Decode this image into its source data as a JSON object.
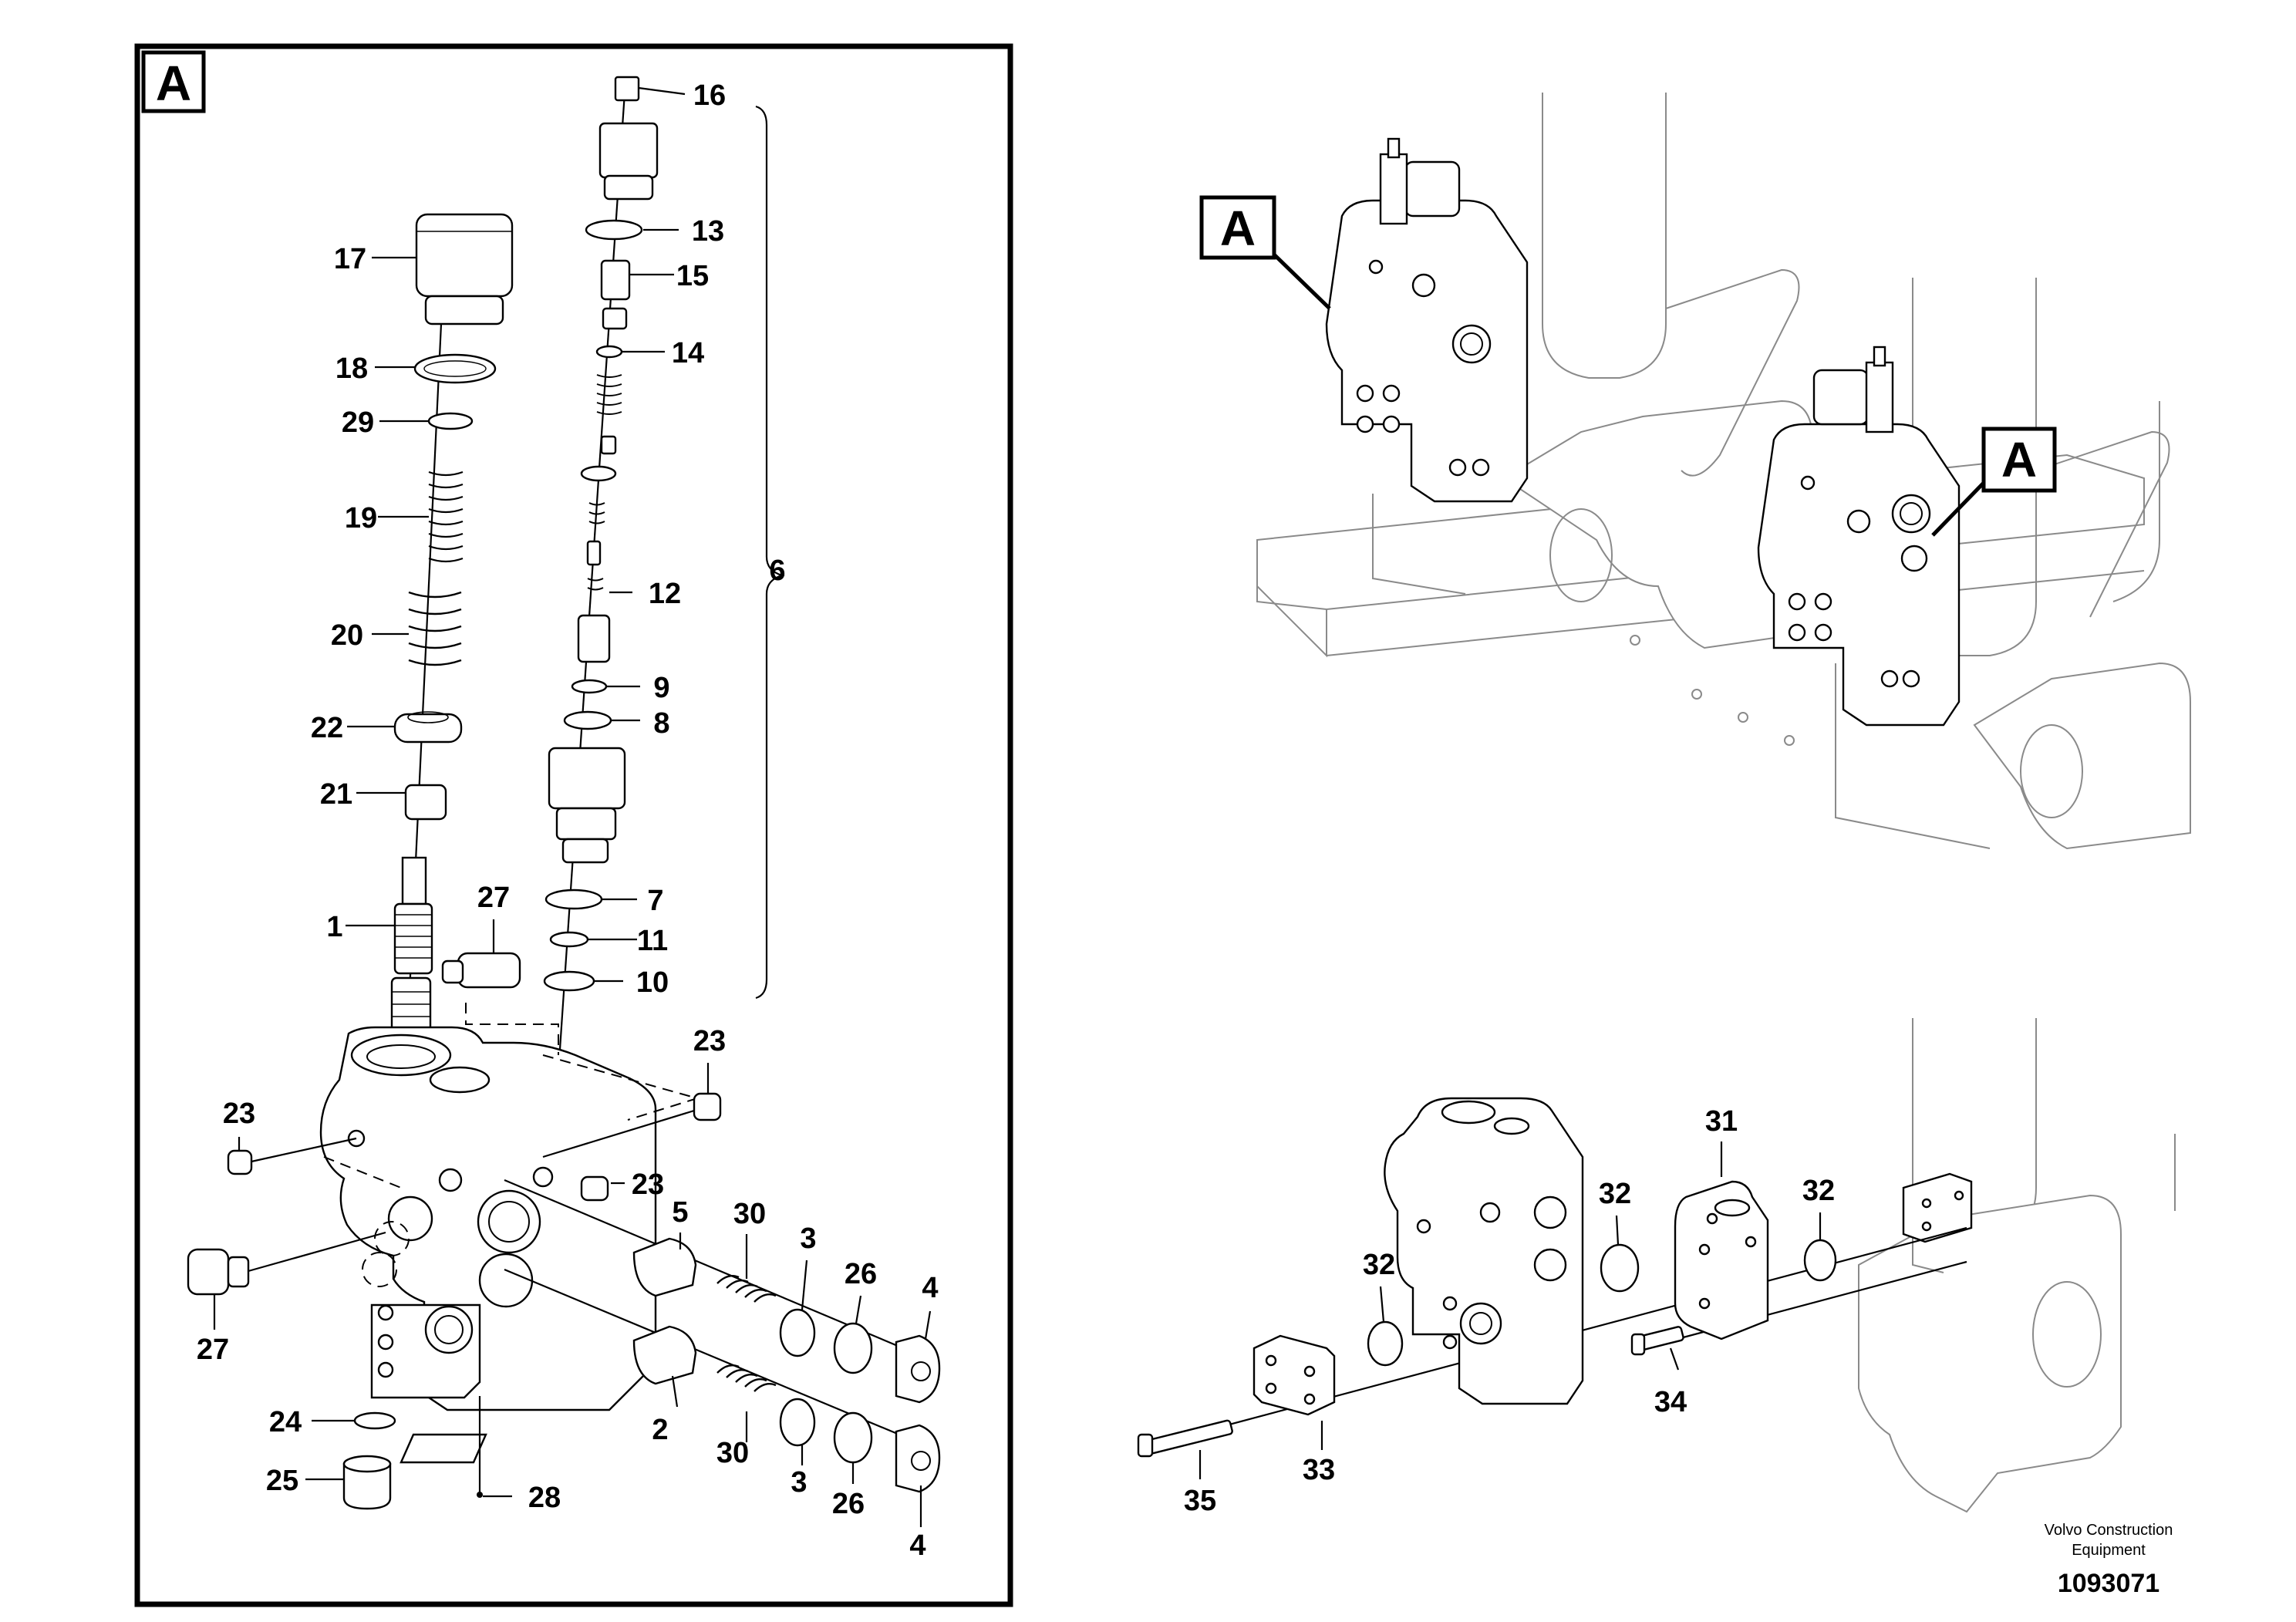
{
  "view_tags": {
    "detail": "A",
    "overview_upper_left": "A",
    "overview_upper_right": "A"
  },
  "callouts": {
    "c1": "1",
    "c2": "2",
    "c3a": "3",
    "c3b": "3",
    "c4a": "4",
    "c4b": "4",
    "c5": "5",
    "c6": "6",
    "c7": "7",
    "c8": "8",
    "c9": "9",
    "c10": "10",
    "c11": "11",
    "c12": "12",
    "c13": "13",
    "c14": "14",
    "c15": "15",
    "c16": "16",
    "c17": "17",
    "c18": "18",
    "c19": "19",
    "c20": "20",
    "c21": "21",
    "c22": "22",
    "c23a": "23",
    "c23b": "23",
    "c23c": "23",
    "c24": "24",
    "c25": "25",
    "c26a": "26",
    "c26b": "26",
    "c27a": "27",
    "c27b": "27",
    "c28": "28",
    "c29": "29",
    "c30a": "30",
    "c30b": "30",
    "c31": "31",
    "c32a": "32",
    "c32b": "32",
    "c32c": "32",
    "c33": "33",
    "c34": "34",
    "c35": "35"
  },
  "footer": {
    "brand_line1": "Volvo Construction",
    "brand_line2": "Equipment",
    "doc_number": "1093071"
  }
}
